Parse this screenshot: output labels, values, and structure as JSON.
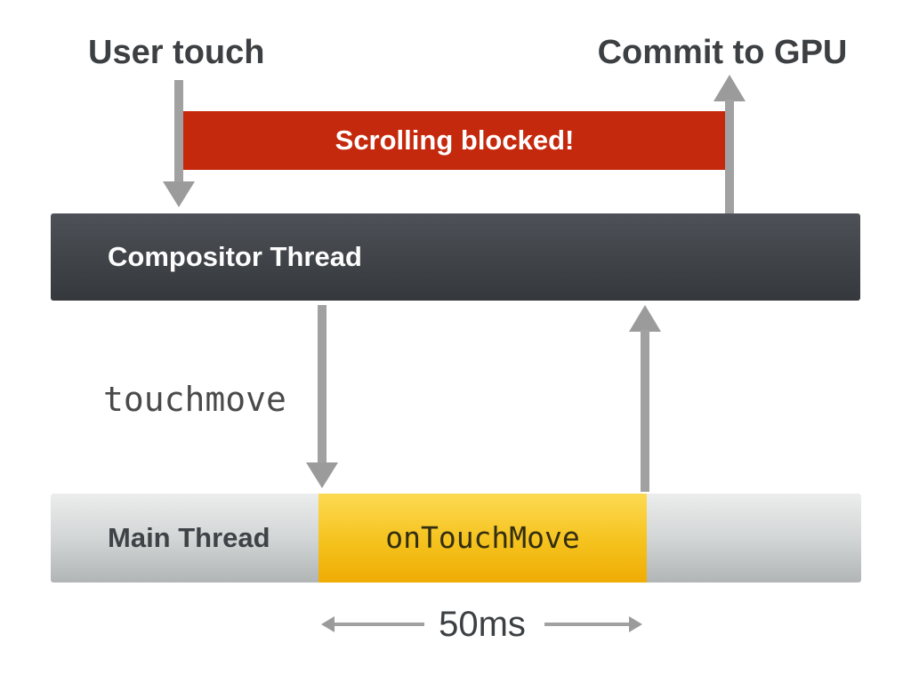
{
  "diagram": {
    "top_labels": {
      "user_touch": "User touch",
      "commit_to_gpu": "Commit to GPU"
    },
    "blocked_banner": {
      "label": "Scrolling blocked!"
    },
    "compositor_bar": {
      "label": "Compositor Thread"
    },
    "event_label": {
      "label": "touchmove"
    },
    "main_bar": {
      "label": "Main Thread"
    },
    "handler_segment": {
      "label": "onTouchMove"
    },
    "duration": {
      "label": "50ms"
    },
    "colors": {
      "banner_red": "#c5290d",
      "banner_text": "#ffffff",
      "compositor_gradient_top": "#4e5258",
      "compositor_gradient_bottom": "#35383c",
      "main_gradient_top": "#eceded",
      "main_gradient_bottom": "#b1b5b5",
      "handler_gradient_top": "#fdda52",
      "handler_gradient_bottom": "#efac04",
      "arrow_gray": "#a1a1a1",
      "label_dark": "#3d4043",
      "handler_text": "#332e10"
    }
  }
}
